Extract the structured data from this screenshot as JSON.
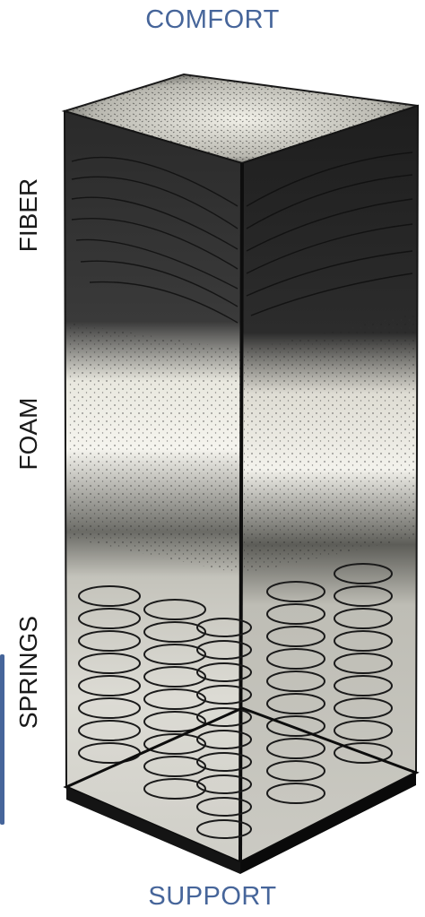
{
  "labels": {
    "top": "COMFORT",
    "bottom": "SUPPORT",
    "fiber": "FIBER",
    "foam": "FOAM",
    "springs": "SPRINGS"
  },
  "colors": {
    "accent": "#46659a",
    "ink": "#1a1a1a",
    "foam_light": "#f2f1ea",
    "shadow": "#202020"
  }
}
